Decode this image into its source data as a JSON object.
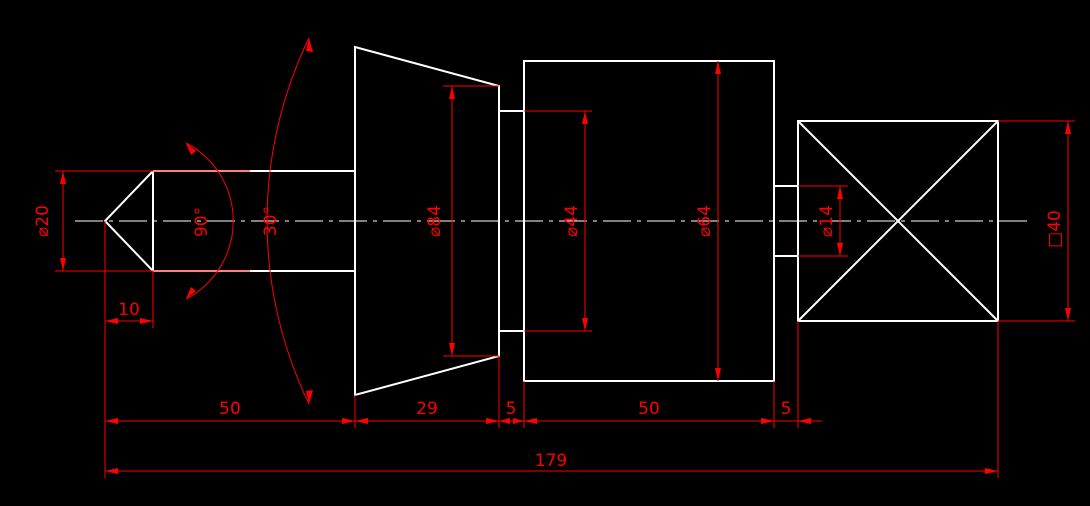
{
  "colors": {
    "background": "#000000",
    "outline": "#ffffff",
    "dimension": "#ff0000"
  },
  "dimensions": {
    "tip_diameter": "⌀20",
    "tip_angle": "90°",
    "taper_angle": "30°",
    "cone_diameter": "⌀84",
    "neck_diameter": "⌀44",
    "body_diameter": "⌀64",
    "shank_diameter": "⌀14",
    "square_size": "□40",
    "tip_length": "10",
    "shaft_length": "50",
    "cone_length": "29",
    "groove_1_width": "5",
    "body_length": "50",
    "groove_2_width": "5",
    "total_length": "179"
  }
}
